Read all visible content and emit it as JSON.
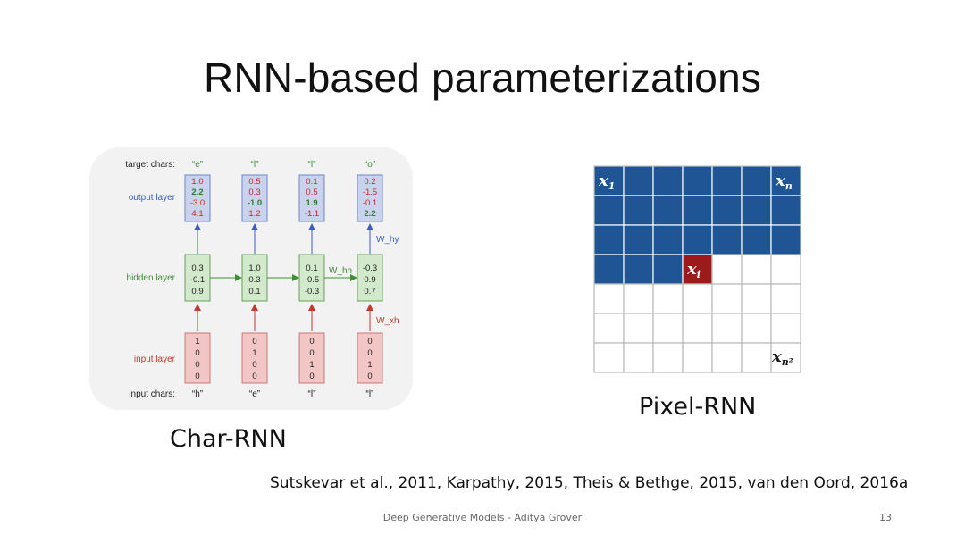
{
  "slide": {
    "title": "RNN-based parameterizations",
    "citation": "Sutskevar et al., 2011, Karpathy, 2015, Theis & Bethge, 2015, van den Oord, 2016a",
    "footer": "Deep Generative Models - Aditya Grover",
    "page_number": "13"
  },
  "char_rnn": {
    "caption": "Char-RNN",
    "row_labels": {
      "target": "target chars:",
      "output": "output layer",
      "hidden": "hidden layer",
      "input": "input layer",
      "input_chars": "input chars:"
    },
    "weight_labels": {
      "hy": "W_hy",
      "hh": "W_hh",
      "xh": "W_xh"
    },
    "colors": {
      "output_fill": "#c9d3ee",
      "hidden_fill": "#d3e9cc",
      "input_fill": "#f3c6c6",
      "output_arrow": "#3a5fc4",
      "hidden_arrow": "#3f8f34",
      "input_arrow": "#c0392b",
      "green_value": "#2e7d32",
      "red_value": "#c62828"
    },
    "steps": [
      {
        "target": "“e”",
        "input_char": "“h”",
        "output": [
          "1.0",
          "2.2",
          "-3.0",
          "4.1"
        ],
        "output_highlight": 1,
        "hidden": [
          "0.3",
          "-0.1",
          "0.9"
        ],
        "input": [
          "1",
          "0",
          "0",
          "0"
        ]
      },
      {
        "target": "“l”",
        "input_char": "“e”",
        "output": [
          "0.5",
          "0.3",
          "-1.0",
          "1.2"
        ],
        "output_highlight": 2,
        "hidden": [
          "1.0",
          "0.3",
          "0.1"
        ],
        "input": [
          "0",
          "1",
          "0",
          "0"
        ]
      },
      {
        "target": "“l”",
        "input_char": "“l”",
        "output": [
          "0.1",
          "0.5",
          "1.9",
          "-1.1"
        ],
        "output_highlight": 2,
        "hidden": [
          "0.1",
          "-0.5",
          "-0.3"
        ],
        "input": [
          "0",
          "0",
          "1",
          "0"
        ]
      },
      {
        "target": "“o”",
        "input_char": "“l”",
        "output": [
          "0.2",
          "-1.5",
          "-0.1",
          "2.2"
        ],
        "output_highlight": 3,
        "hidden": [
          "-0.3",
          "0.9",
          "0.7"
        ],
        "input": [
          "0",
          "0",
          "1",
          "0"
        ]
      }
    ]
  },
  "pixel_rnn": {
    "caption": "Pixel-RNN",
    "grid_size": 7,
    "filled_full_rows": 3,
    "current_col": 3,
    "labels": {
      "first": "x",
      "first_sub": "1",
      "last_row": "x",
      "last_row_sub": "n",
      "current": "x",
      "current_sub": "i",
      "final": "x",
      "final_sub": "n²"
    },
    "colors": {
      "filled": "#1f5594",
      "current": "#9b1b1b",
      "grid_line": "#b8b8b8",
      "empty": "#ffffff"
    }
  }
}
